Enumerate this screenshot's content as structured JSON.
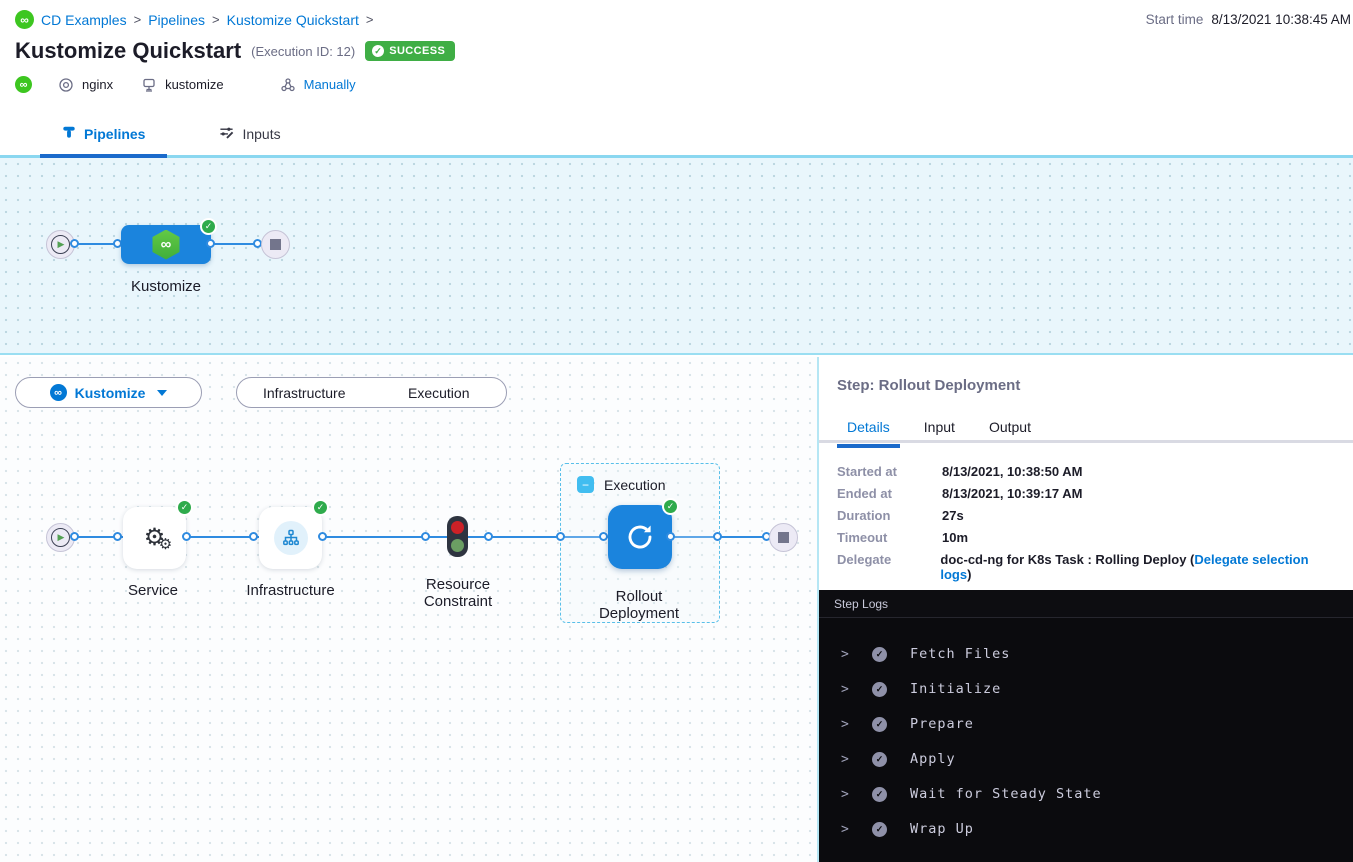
{
  "breadcrumb": {
    "separator": ">",
    "items": [
      "CD Examples",
      "Pipelines",
      "Kustomize Quickstart"
    ]
  },
  "header": {
    "start_time_label": "Start time",
    "start_time_value": "8/13/2021 10:38:45 AM",
    "title": "Kustomize Quickstart",
    "execution_id": "(Execution ID: 12)",
    "status": "SUCCESS",
    "service": "nginx",
    "environment": "kustomize",
    "trigger": "Manually"
  },
  "tabs": {
    "pipelines": "Pipelines",
    "inputs": "Inputs"
  },
  "stage_graph": {
    "stage_label": "Kustomize"
  },
  "stage_controls": {
    "selected_stage": "Kustomize",
    "toggle_infrastructure": "Infrastructure",
    "toggle_execution": "Execution"
  },
  "execution_graph": {
    "group_label": "Execution",
    "node_service": "Service",
    "node_infrastructure": "Infrastructure",
    "node_resource_line1": "Resource",
    "node_resource_line2": "Constraint",
    "node_rollout_line1": "Rollout",
    "node_rollout_line2": "Deployment"
  },
  "step_panel": {
    "title": "Step: Rollout Deployment",
    "tab_details": "Details",
    "tab_input": "Input",
    "tab_output": "Output",
    "details": [
      {
        "label": "Started at",
        "value": "8/13/2021, 10:38:50 AM"
      },
      {
        "label": "Ended at",
        "value": "8/13/2021, 10:39:17 AM"
      },
      {
        "label": "Duration",
        "value": "27s"
      },
      {
        "label": "Timeout",
        "value": "10m"
      },
      {
        "label": "Delegate",
        "value": ""
      }
    ],
    "delegate": {
      "prefix": "doc-cd-ng for K8s Task : Rolling Deploy (",
      "link": "Delegate selection logs",
      "suffix": ")"
    }
  },
  "step_logs": {
    "title": "Step Logs",
    "entries": [
      "Fetch Files",
      "Initialize",
      "Prepare",
      "Apply",
      "Wait for Steady State",
      "Wrap Up"
    ]
  },
  "colors": {
    "primary_blue": "#0278d5",
    "node_blue": "#1b84dd",
    "success_green": "#3fae45",
    "harness_green": "#3dc620",
    "canvas_blue": "#e9f6fc",
    "canvas_border": "#9adef2",
    "log_background": "#0b0b0e"
  }
}
